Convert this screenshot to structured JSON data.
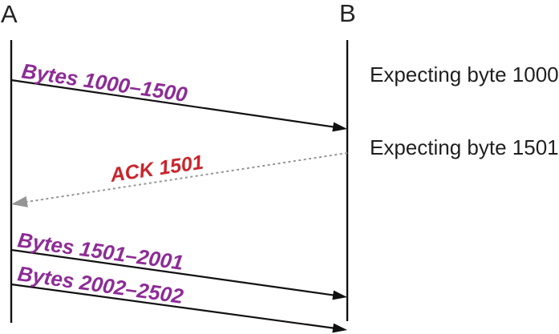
{
  "diagram": {
    "sender_label": "A",
    "receiver_label": "B",
    "messages": [
      {
        "label": "Bytes 1000–1500",
        "direction": "A-to-B",
        "style": "solid"
      },
      {
        "label": "ACK 1501",
        "direction": "B-to-A",
        "style": "dotted"
      },
      {
        "label": "Bytes 1501–2001",
        "direction": "A-to-B",
        "style": "solid"
      },
      {
        "label": "Bytes 2002–2502",
        "direction": "A-to-B",
        "style": "solid"
      }
    ],
    "annotations": [
      {
        "text": "Expecting byte 1000"
      },
      {
        "text": "Expecting byte 1501"
      }
    ],
    "colors": {
      "timeline": "#111111",
      "data_arrow": "#111111",
      "ack_arrow": "#959595",
      "data_label": "#8d2c96",
      "ack_label": "#c9252c",
      "annotation": "#1f1f1f",
      "endpoint": "#222222"
    }
  }
}
